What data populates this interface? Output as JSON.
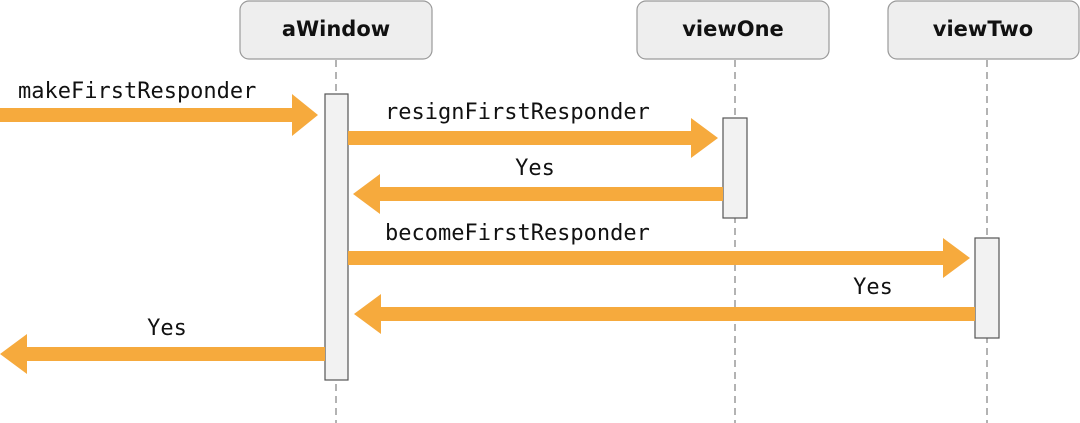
{
  "diagram": {
    "type": "sequence",
    "arrow_color": "#F6AA3D",
    "participants": [
      {
        "id": "aWindow",
        "label": "aWindow"
      },
      {
        "id": "viewOne",
        "label": "viewOne"
      },
      {
        "id": "viewTwo",
        "label": "viewTwo"
      }
    ],
    "messages": [
      {
        "label": "makeFirstResponder",
        "from": "external",
        "to": "aWindow",
        "kind": "call"
      },
      {
        "label": "resignFirstResponder",
        "from": "aWindow",
        "to": "viewOne",
        "kind": "call"
      },
      {
        "label": "Yes",
        "from": "viewOne",
        "to": "aWindow",
        "kind": "return"
      },
      {
        "label": "becomeFirstResponder",
        "from": "aWindow",
        "to": "viewTwo",
        "kind": "call"
      },
      {
        "label": "Yes",
        "from": "viewTwo",
        "to": "aWindow",
        "kind": "return"
      },
      {
        "label": "Yes",
        "from": "aWindow",
        "to": "external",
        "kind": "return"
      }
    ]
  }
}
